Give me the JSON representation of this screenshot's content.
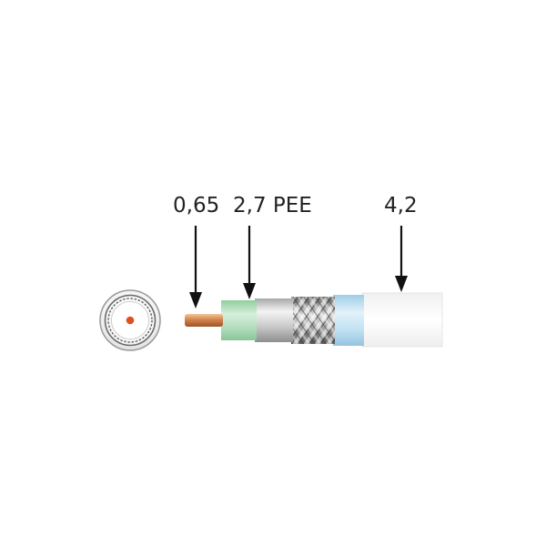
{
  "labels": {
    "core": "0,65",
    "dielectric": "2,7 PEE",
    "jacket": "4,2"
  },
  "colors": {
    "copper_core": "#c8733a",
    "core_dot": "#e0501c",
    "dielectric": "#a9dbb4",
    "foil": "#d0d0d0",
    "braid": "#8c8c8c",
    "second_foil": "#b8dcef",
    "jacket": "#ffffff",
    "arrow": "#111111"
  },
  "icons": {
    "cross_section": "cable-cross-section-icon"
  }
}
